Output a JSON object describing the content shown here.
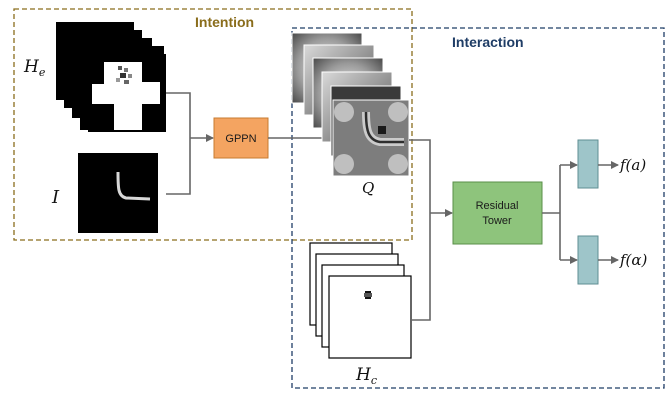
{
  "sections": {
    "intention": {
      "label": "Intention",
      "color": "#8a6d1c"
    },
    "interaction": {
      "label": "Interaction",
      "color": "#1f3d66"
    }
  },
  "nodes": {
    "gppn": {
      "label": "GPPN",
      "color": "#f4a461"
    },
    "residual_tower": {
      "label_line1": "Residual",
      "label_line2": "Tower",
      "color": "#8ec47c"
    },
    "head_top": {
      "color": "#9ec5c9"
    },
    "head_bottom": {
      "color": "#9ec5c9"
    }
  },
  "symbols": {
    "he": {
      "base": "H",
      "sub": "e"
    },
    "i": {
      "text": "I"
    },
    "q": {
      "text": "Q"
    },
    "hc": {
      "base": "H",
      "sub": "c"
    },
    "f_a": {
      "text": "f(a)"
    },
    "f_alpha": {
      "text": "f(α)"
    }
  },
  "colors": {
    "arrow": "#666666"
  }
}
